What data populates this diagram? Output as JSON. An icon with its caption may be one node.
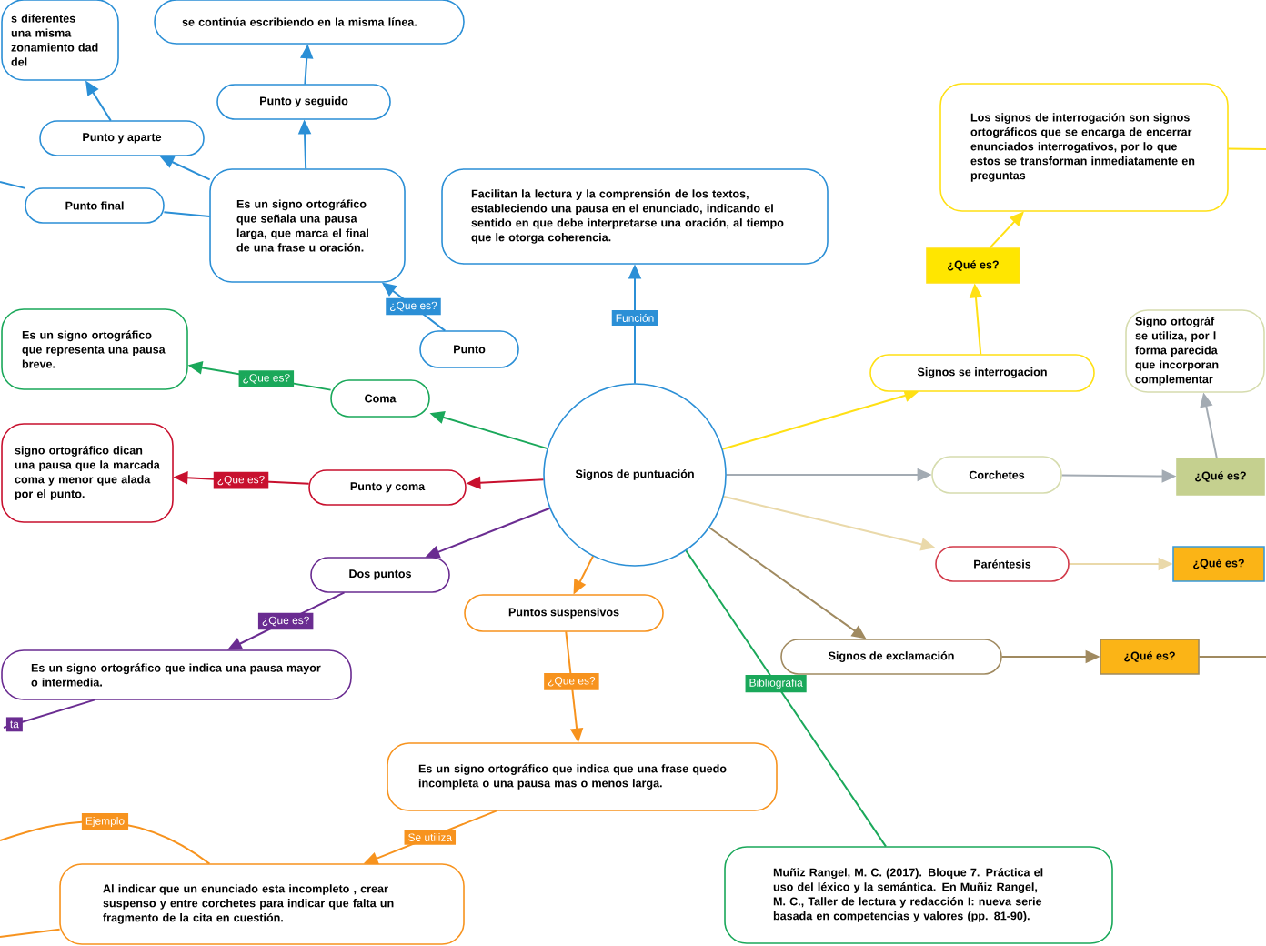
{
  "diagram": {
    "nodes": [
      {
        "text": [
          "Signos de puntuación"
        ]
      },
      {
        "text": [
          "Facilitan la lectura y la comprensión de los textos, estableciendo una pausa en el enunciado, indicando el sentido en que debe interpretarse una oración, al tiempo que le otorga coherencia."
        ]
      },
      {
        "text": [
          "Punto"
        ]
      },
      {
        "text": [
          "Es un signo ortográfico que señala una pausa larga, que marca el final de una frase u oración."
        ]
      },
      {
        "text": [
          "Punto y seguido"
        ]
      },
      {
        "text": [
          "se continúa escribiendo en la misma línea."
        ]
      },
      {
        "text": [
          "Punto y aparte"
        ]
      },
      {
        "text": [
          "s diferentes una misma zonamiento dad del"
        ]
      },
      {
        "text": [
          "Punto final"
        ]
      },
      {
        "text": [
          "Coma"
        ]
      },
      {
        "text": [
          "Es un signo ortográfico que representa una pausa breve."
        ]
      },
      {
        "text": [
          "Punto y coma"
        ]
      },
      {
        "text": [
          "signo ortográfico dican una pausa que la marcada coma y menor que alada por el punto."
        ]
      },
      {
        "text": [
          "Dos puntos"
        ]
      },
      {
        "text": [
          "Es un signo ortográfico que indica una pausa mayor o intermedia."
        ]
      },
      {
        "text": [
          "Puntos suspensivos"
        ]
      },
      {
        "text": [
          "Es un signo ortográfico que indica que una frase quedo incompleta o una pausa mas o menos larga."
        ]
      },
      {
        "text": [
          "Al indicar que un enunciado esta incompleto , crear suspenso y entre corchetes para indicar que falta un fragmento de la cita en cuestión."
        ]
      },
      {
        "text": [
          "Signos se interrogacion"
        ]
      },
      {
        "text": [
          "¿Qué es?"
        ]
      },
      {
        "text": [
          "Los signos de interrogación son signos ortográficos que se encarga de encerrar enunciados interrogativos, por lo que estos se transforman inmediatamente en preguntas"
        ]
      },
      {
        "text": [
          "Corchetes"
        ]
      },
      {
        "text": [
          "¿Qué es?"
        ]
      },
      {
        "text": [
          "Signo ortográf se utiliza, por l forma parecida que incorporan complementar"
        ]
      },
      {
        "text": [
          "Paréntesis"
        ]
      },
      {
        "text": [
          "¿Qué es?"
        ]
      },
      {
        "text": [
          "Signos de exclamación"
        ]
      },
      {
        "text": [
          "¿Qué  es?"
        ]
      },
      {
        "text": [
          "Muñiz Rangel, M. C. (2017). Bloque 7. Práctica el uso del léxico y la semántica. En Muñiz Rangel, M. C., Taller de lectura y redacción I: nueva serie basada en competencias y valores (pp. 81-90)."
        ]
      }
    ],
    "edges": [
      {
        "from": 0,
        "to": 1,
        "arrow": "to",
        "label": "Función",
        "color": "#2b8fd6"
      },
      {
        "from": 2,
        "to": 3,
        "arrow": "to",
        "label": "¿Que es?",
        "color": "#2b8fd6"
      },
      {
        "from": 3,
        "to": 4,
        "arrow": "to",
        "color": "#2b8fd6"
      },
      {
        "from": 4,
        "to": 5,
        "arrow": "to",
        "color": "#2b8fd6"
      },
      {
        "from": 3,
        "to": 6,
        "arrow": "to",
        "color": "#2b8fd6"
      },
      {
        "from": 6,
        "to": 7,
        "arrow": "to",
        "color": "#2b8fd6"
      },
      {
        "from": 3,
        "to": 8,
        "arrow": "none",
        "color": "#2b8fd6"
      },
      {
        "from": null,
        "to": 8,
        "arrow": "none",
        "color": "#2b8fd6"
      },
      {
        "from": 0,
        "to": 9,
        "arrow": "to",
        "color": "#1aa85a"
      },
      {
        "from": 9,
        "to": 10,
        "arrow": "to",
        "label": "¿Que es?",
        "color": "#1aa85a"
      },
      {
        "from": 0,
        "to": 11,
        "arrow": "to",
        "color": "#c8102e"
      },
      {
        "from": 11,
        "to": 12,
        "arrow": "to",
        "label": "¿Que es?",
        "color": "#c8102e"
      },
      {
        "from": 0,
        "to": 13,
        "arrow": "to",
        "color": "#6a2c91"
      },
      {
        "from": 13,
        "to": 14,
        "arrow": "to",
        "label": "¿Que es?",
        "color": "#6a2c91"
      },
      {
        "from": 14,
        "to": null,
        "arrow": "none",
        "label": "ta",
        "color": "#6a2c91"
      },
      {
        "from": 0,
        "to": 15,
        "arrow": "to",
        "color": "#f7931e"
      },
      {
        "from": 15,
        "to": 16,
        "arrow": "to",
        "label": "¿Que es?",
        "color": "#f7931e"
      },
      {
        "from": 16,
        "to": 17,
        "arrow": "to",
        "label": "Se utiliza",
        "color": "#f7931e"
      },
      {
        "from": 17,
        "to": null,
        "arrow": "none",
        "label": "Ejemplo",
        "color": "#f7931e"
      },
      {
        "from": 17,
        "to": null,
        "arrow": "none",
        "color": "#f7931e"
      },
      {
        "from": 0,
        "to": 18,
        "arrow": "to",
        "color": "#ffe014"
      },
      {
        "from": 18,
        "to": 19,
        "arrow": "to",
        "color": "#ffe014"
      },
      {
        "from": 19,
        "to": 20,
        "arrow": "to",
        "color": "#ffe014"
      },
      {
        "from": 20,
        "to": null,
        "arrow": "none",
        "color": "#ffe014"
      },
      {
        "from": 0,
        "to": 21,
        "arrow": "to",
        "color": "#a3abb3"
      },
      {
        "from": 21,
        "to": 22,
        "arrow": "to",
        "color": "#a3abb3"
      },
      {
        "from": 22,
        "to": 23,
        "arrow": "to",
        "color": "#a3abb3"
      },
      {
        "from": 0,
        "to": 24,
        "arrow": "to",
        "color": "#ead9aa"
      },
      {
        "from": 24,
        "to": 25,
        "arrow": "to",
        "color": "#ead9aa"
      },
      {
        "from": 0,
        "to": 26,
        "arrow": "to",
        "color": "#a08a60"
      },
      {
        "from": 26,
        "to": 27,
        "arrow": "to",
        "color": "#a08a60"
      },
      {
        "from": 27,
        "to": null,
        "arrow": "none",
        "color": "#a08a60"
      },
      {
        "from": 0,
        "to": 28,
        "arrow": "none",
        "label": "Bibliografia",
        "color": "#1aa85a"
      }
    ]
  }
}
